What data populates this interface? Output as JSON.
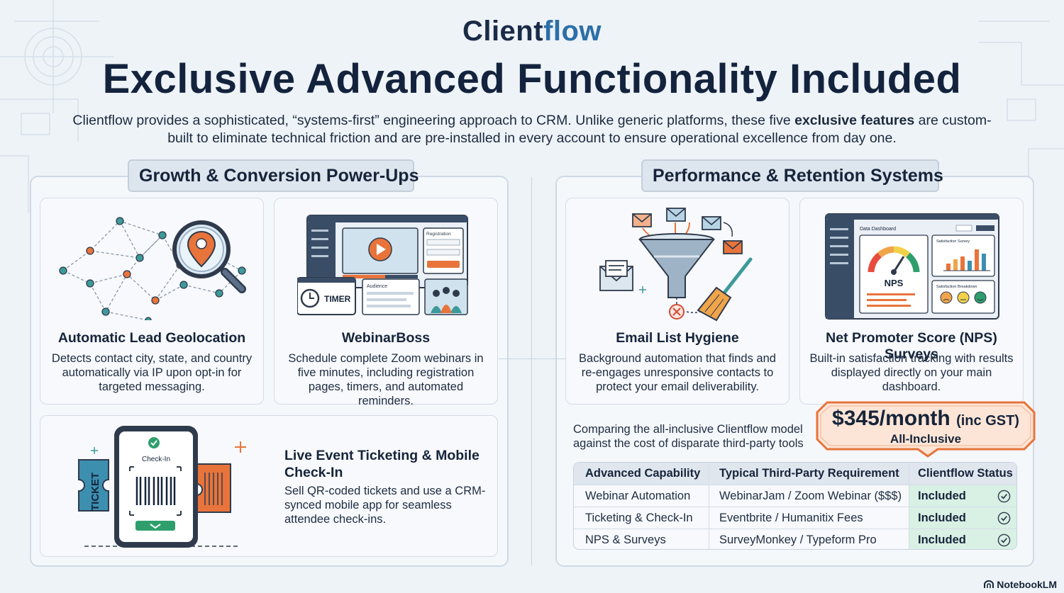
{
  "header": {
    "brand_prefix": "Client",
    "brand_suffix": "flow",
    "headline": "Exclusive Advanced Functionality Included",
    "intro_part1": "Clientflow provides a sophisticated, “systems-first” engineering approach to CRM. Unlike generic platforms, these five ",
    "intro_bold": "exclusive features",
    "intro_part2": " are custom-built to eliminate technical friction and are pre-installed in every account to ensure operational excellence from day one."
  },
  "left_panel": {
    "title": "Growth & Conversion Power-Ups",
    "cards": [
      {
        "title": "Automatic Lead Geolocation",
        "desc": "Detects contact city, state, and country automatically via IP upon opt-in for targeted messaging."
      },
      {
        "title": "WebinarBoss",
        "desc": "Schedule complete Zoom webinars in five minutes, including registration pages, timers, and automated reminders.",
        "illus": {
          "timer": "TIMER",
          "audience": "Audience",
          "registration": "Registration"
        }
      },
      {
        "title": "Live Event Ticketing & Mobile Check-In",
        "desc": "Sell QR-coded tickets and use a CRM-synced mobile app for seamless attendee check-ins.",
        "illus": {
          "checkin": "Check-In",
          "ticket": "TICKET"
        }
      }
    ]
  },
  "right_panel": {
    "title": "Performance & Retention Systems",
    "cards": [
      {
        "title": "Email List Hygiene",
        "desc": "Background automation that finds and re-engages unresponsive contacts to protect your email deliverability."
      },
      {
        "title": "Net Promoter Score (NPS) Surveys",
        "desc": "Built-in satisfaction tracking with results displayed directly on your main dashboard.",
        "illus": {
          "dashboard": "Data Dashboard",
          "nps": "NPS",
          "survey": "Satisfaction Survey",
          "breakdown": "Satisfaction Breakdown"
        }
      }
    ],
    "compare_note": "Comparing the all-inclusive Clientflow model against the cost of disparate third-party tools",
    "price": {
      "main": "$345/month",
      "gst": "(inc GST)",
      "sub": "All-Inclusive"
    },
    "table": {
      "headers": [
        "Advanced Capability",
        "Typical Third-Party Requirement",
        "Clientflow Status"
      ],
      "rows": [
        [
          "Webinar Automation",
          "WebinarJam / Zoom Webinar ($$$)",
          "Included"
        ],
        [
          "Ticketing & Check-In",
          "Eventbrite / Humanitix Fees",
          "Included"
        ],
        [
          "NPS & Surveys",
          "SurveyMonkey / Typeform Pro",
          "Included"
        ]
      ]
    }
  },
  "footer": {
    "brand": "NotebookLM"
  },
  "colors": {
    "navy": "#16243a",
    "teal": "#3d9a9a",
    "orange": "#e8743b",
    "blue": "#2c6fa8",
    "green": "#d9f0e4"
  },
  "icons": [
    "location-pin-icon",
    "magnifier-icon",
    "video-play-icon",
    "timer-icon",
    "funnel-icon",
    "broom-icon",
    "envelope-icon",
    "gauge-icon",
    "phone-icon",
    "ticket-icon",
    "check-icon"
  ]
}
